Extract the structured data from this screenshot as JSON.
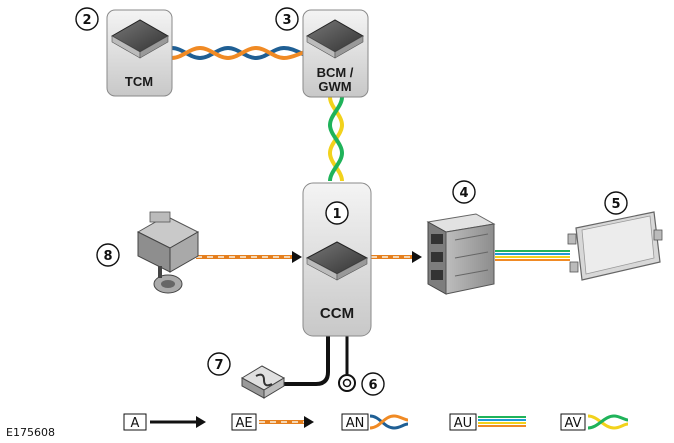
{
  "modules": {
    "tcm": {
      "label": "TCM"
    },
    "bcm": {
      "label_line1": "BCM /",
      "label_line2": "GWM"
    },
    "ccm": {
      "label": "CCM"
    }
  },
  "callouts": {
    "c1": "1",
    "c2": "2",
    "c3": "3",
    "c4": "4",
    "c5": "5",
    "c6": "6",
    "c7": "7",
    "c8": "8"
  },
  "legend": {
    "a": "A",
    "ae": "AE",
    "an": "AN",
    "au": "AU",
    "av": "AV"
  },
  "reference": "E175608",
  "colors": {
    "hardwired": "#111111",
    "dashed_orange": "#e57f1e",
    "dashed_inner": "#f5d7b4",
    "can_orange": "#f08a24",
    "can_blue": "#1f5f94",
    "lin_yellow": "#f2d21c",
    "lin_green": "#1fb35a",
    "module_fill": "#dcdcdc",
    "module_stroke": "#8a8a8a"
  }
}
